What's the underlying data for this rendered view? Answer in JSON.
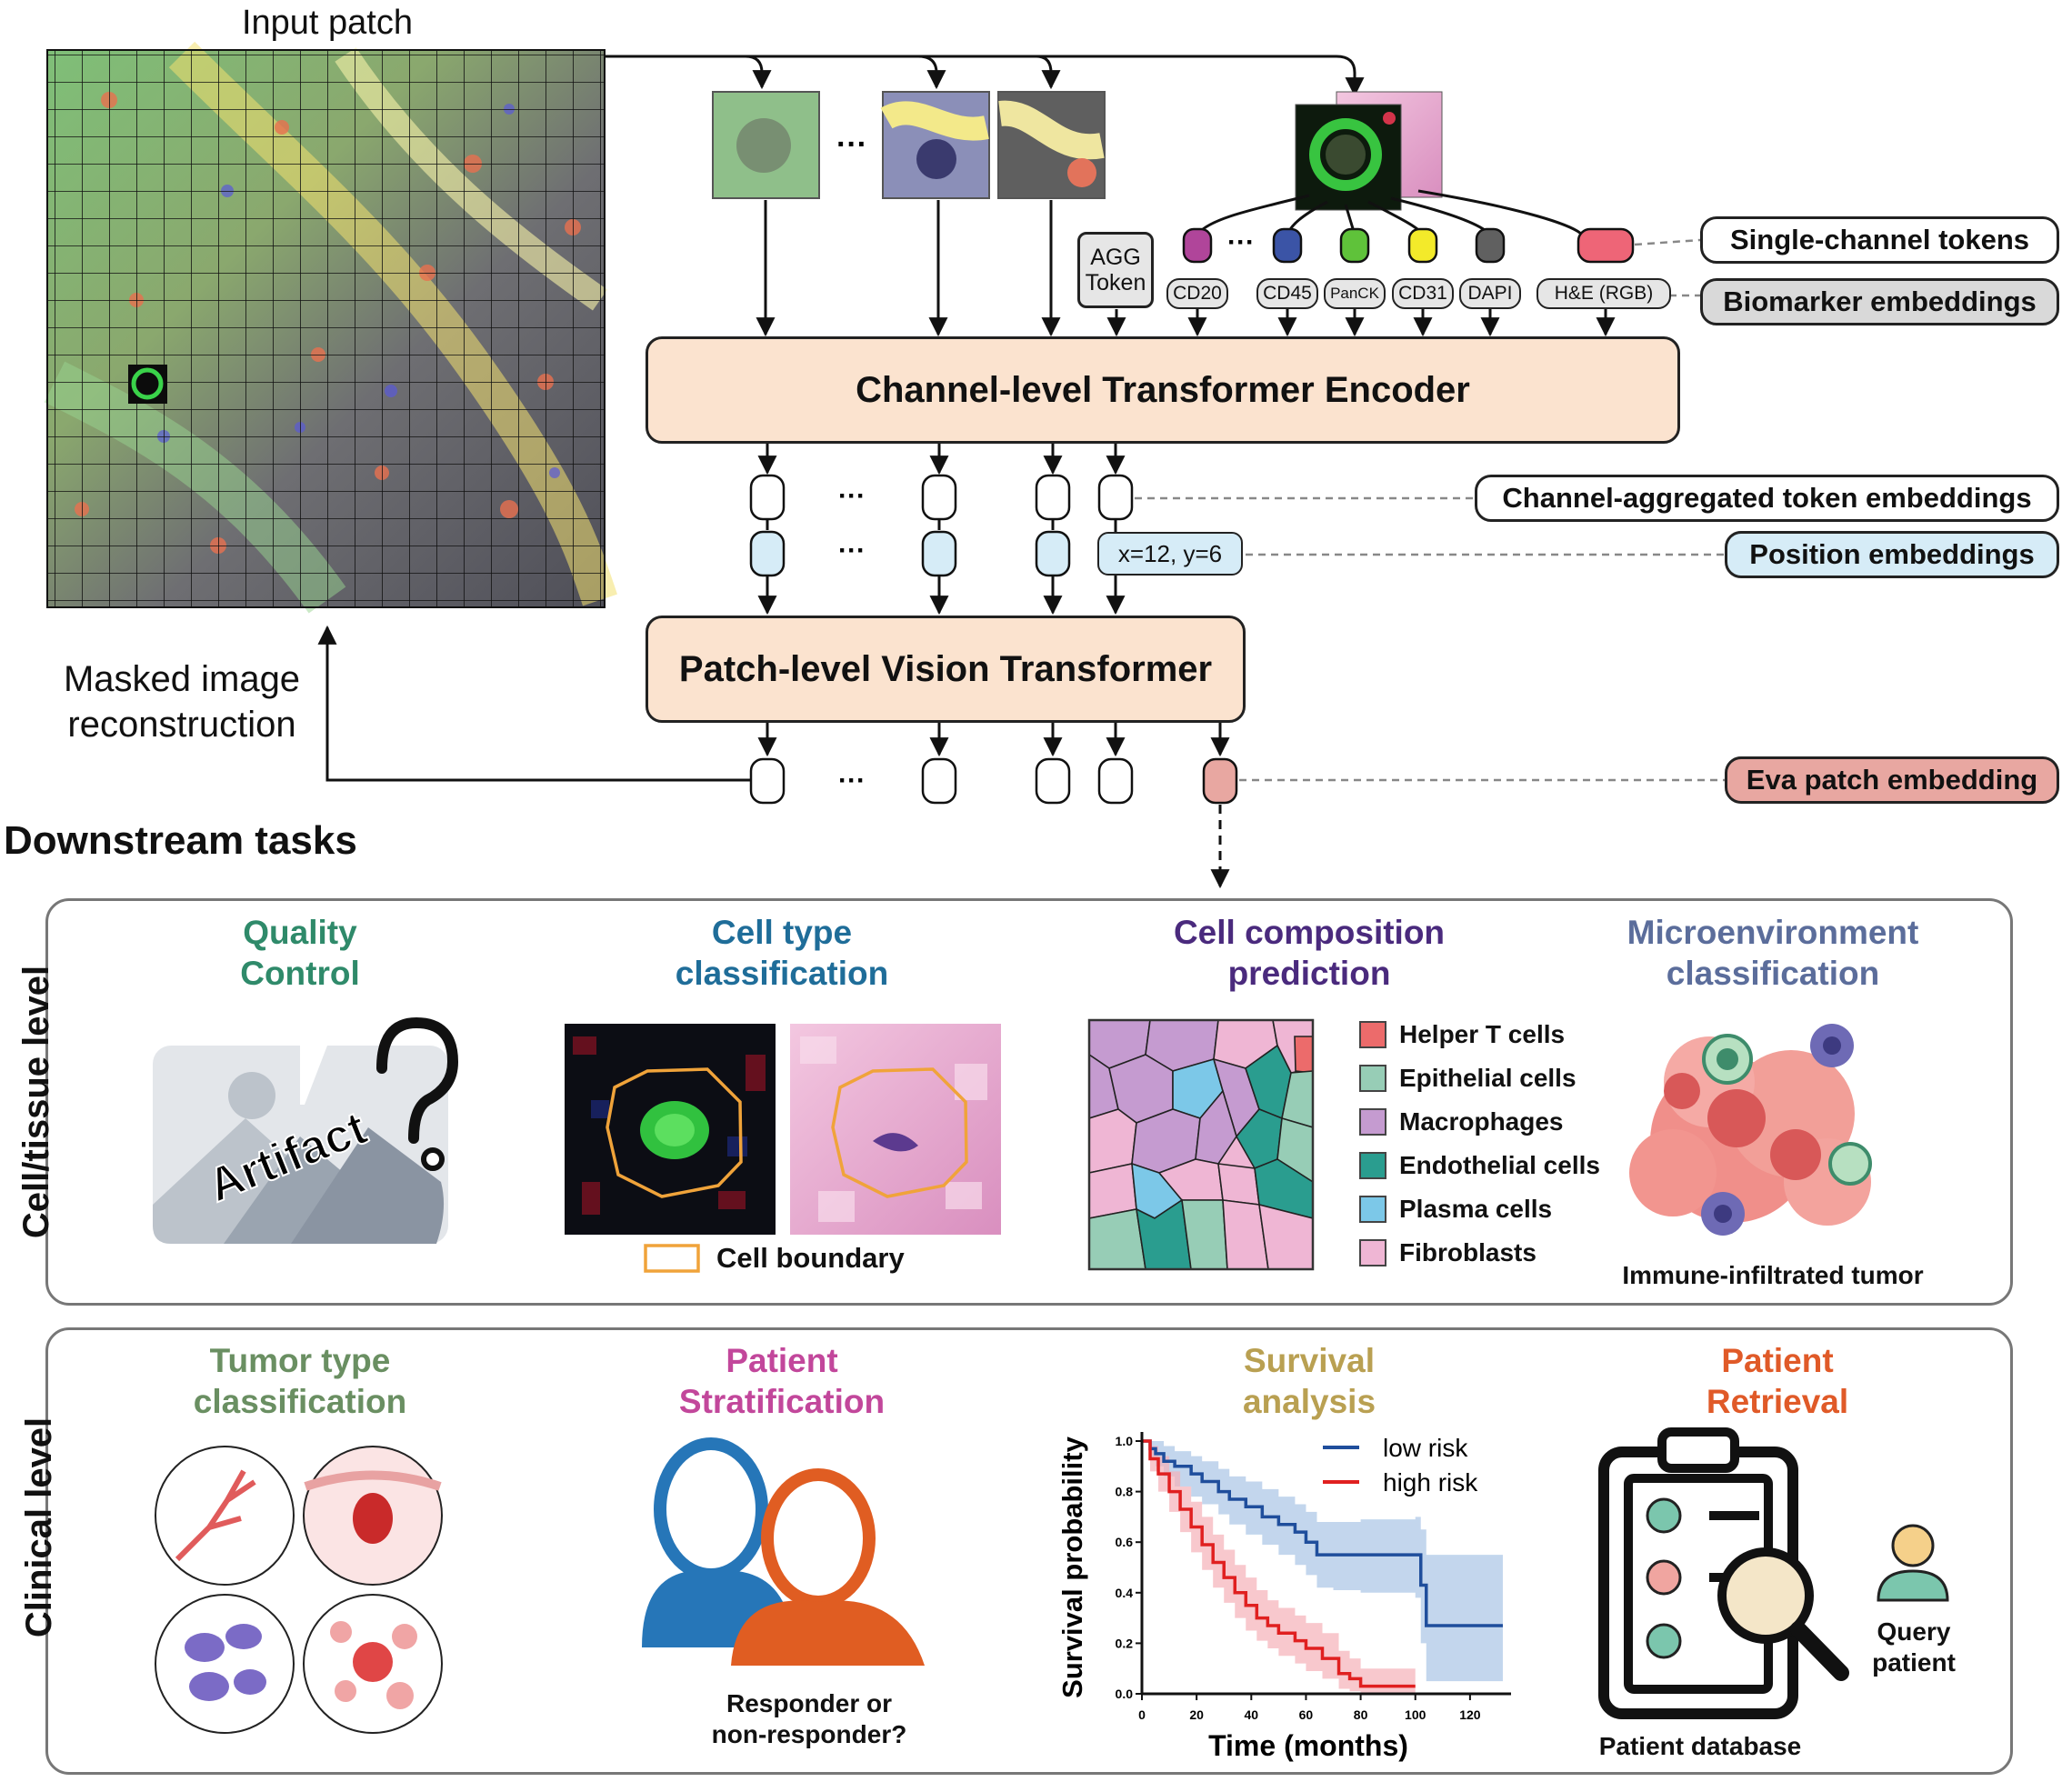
{
  "top": {
    "input_patch_label": "Input patch",
    "masked_reconstruction_label": "Masked image\nreconstruction",
    "ellipsis": "···",
    "agg_token_label": "AGG\nToken",
    "biomarkers": [
      "CD20",
      "CD45",
      "PanCK",
      "CD31",
      "DAPI",
      "H&E (RGB)"
    ],
    "channel_encoder_label": "Channel-level Transformer Encoder",
    "patch_vit_label": "Patch-level Vision Transformer",
    "position_example": "x=12, y=6"
  },
  "legend_labels": {
    "single_channel_tokens": "Single-channel tokens",
    "biomarker_embeddings": "Biomarker embeddings",
    "channel_aggregated": "Channel-aggregated token embeddings",
    "position_embeddings": "Position embeddings",
    "eva_patch_embedding": "Eva patch embedding"
  },
  "colors": {
    "peach": "#fbe3cf",
    "light_blue": "#d6ecf7",
    "eva_pink": "#e8a7a1",
    "qc_green": "#2f8a6a",
    "celltype_blue": "#1f6d99",
    "composition_purple": "#4a2a7d",
    "microenv_slate": "#5b6d9b",
    "tumor_green": "#6a8f62",
    "strat_magenta": "#c2479b",
    "survival_gold": "#b9a052",
    "retrieval_orange": "#e05a28"
  },
  "downstream": {
    "heading": "Downstream tasks",
    "cell_level_label": "Cell/tissue level",
    "clinical_level_label": "Clinical level",
    "tasks_cell": [
      {
        "title": "Quality\nControl"
      },
      {
        "title": "Cell type\nclassification"
      },
      {
        "title": "Cell composition\nprediction"
      },
      {
        "title": "Microenvironment\nclassification"
      }
    ],
    "tasks_clinical": [
      {
        "title": "Tumor type\nclassification"
      },
      {
        "title": "Patient\nStratification"
      },
      {
        "title": "Survival\nanalysis"
      },
      {
        "title": "Patient\nRetrieval"
      }
    ],
    "artifact_label": "Artifact",
    "cell_boundary_label": "Cell boundary",
    "composition_legend": [
      {
        "label": "Helper T cells",
        "color": "#ec6b6b"
      },
      {
        "label": "Epithelial cells",
        "color": "#97cdb6"
      },
      {
        "label": "Macrophages",
        "color": "#c59bd0"
      },
      {
        "label": "Endothelial cells",
        "color": "#2a9d8f"
      },
      {
        "label": "Plasma cells",
        "color": "#7cc8e8"
      },
      {
        "label": "Fibroblasts",
        "color": "#efb6d4"
      }
    ],
    "microenv_caption": "Immune-infiltrated tumor",
    "stratification_caption": "Responder or\nnon-responder?",
    "retrieval_db_caption": "Patient database",
    "retrieval_query_caption": "Query\npatient"
  },
  "chart_data": {
    "type": "line",
    "xlabel": "Time (months)",
    "ylabel": "Survival probability",
    "xlim": [
      0,
      135
    ],
    "ylim": [
      0,
      1.0
    ],
    "xticks": [
      0,
      20,
      40,
      60,
      80,
      100,
      120
    ],
    "yticks": [
      0.0,
      0.2,
      0.4,
      0.6,
      0.8,
      1.0
    ],
    "legend_position": "top-right",
    "series": [
      {
        "name": "low risk",
        "color": "#1f4e9c",
        "ci_color": "#a9c4e6",
        "x": [
          0,
          3,
          5,
          8,
          12,
          18,
          22,
          28,
          32,
          38,
          44,
          50,
          56,
          60,
          64,
          70,
          80,
          100,
          102,
          104,
          108,
          132
        ],
        "y": [
          1.0,
          0.97,
          0.95,
          0.92,
          0.9,
          0.87,
          0.84,
          0.8,
          0.77,
          0.74,
          0.7,
          0.67,
          0.64,
          0.6,
          0.55,
          0.55,
          0.55,
          0.55,
          0.43,
          0.27,
          0.27,
          0.27
        ],
        "ci_low": [
          1.0,
          0.93,
          0.9,
          0.86,
          0.82,
          0.78,
          0.75,
          0.71,
          0.67,
          0.63,
          0.59,
          0.55,
          0.51,
          0.47,
          0.42,
          0.41,
          0.4,
          0.38,
          0.2,
          0.05,
          0.05,
          0.05
        ],
        "ci_high": [
          1.0,
          1.0,
          1.0,
          0.98,
          0.96,
          0.94,
          0.92,
          0.89,
          0.86,
          0.84,
          0.81,
          0.78,
          0.75,
          0.72,
          0.68,
          0.68,
          0.69,
          0.7,
          0.65,
          0.55,
          0.55,
          0.55
        ]
      },
      {
        "name": "high risk",
        "color": "#e02020",
        "ci_color": "#f5b0b8",
        "x": [
          0,
          3,
          6,
          10,
          14,
          18,
          22,
          26,
          30,
          34,
          38,
          42,
          46,
          50,
          56,
          60,
          66,
          72,
          76,
          80,
          90,
          100
        ],
        "y": [
          1.0,
          0.93,
          0.87,
          0.8,
          0.73,
          0.66,
          0.59,
          0.52,
          0.46,
          0.4,
          0.35,
          0.3,
          0.27,
          0.24,
          0.21,
          0.18,
          0.14,
          0.08,
          0.06,
          0.03,
          0.03,
          0.03
        ],
        "ci_low": [
          1.0,
          0.88,
          0.8,
          0.72,
          0.64,
          0.56,
          0.49,
          0.42,
          0.36,
          0.3,
          0.25,
          0.21,
          0.18,
          0.15,
          0.12,
          0.09,
          0.06,
          0.02,
          0.01,
          0.0,
          0.0,
          0.0
        ],
        "ci_high": [
          1.0,
          0.98,
          0.94,
          0.88,
          0.82,
          0.76,
          0.7,
          0.63,
          0.57,
          0.51,
          0.46,
          0.41,
          0.37,
          0.34,
          0.31,
          0.28,
          0.24,
          0.17,
          0.14,
          0.1,
          0.1,
          0.1
        ]
      }
    ]
  }
}
